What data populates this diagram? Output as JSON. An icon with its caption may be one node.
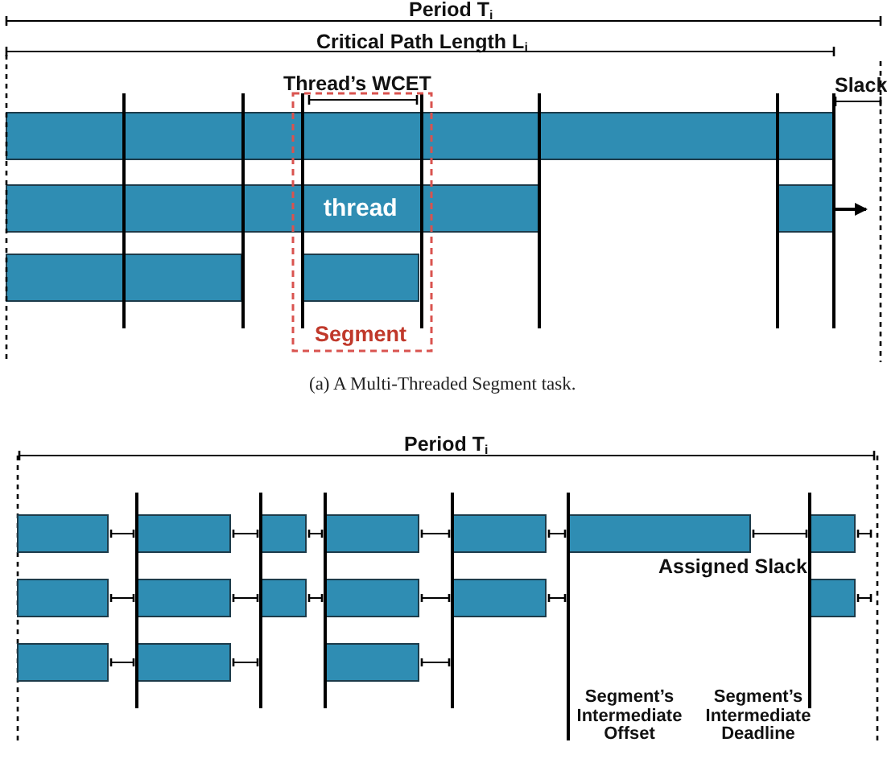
{
  "diagram": {
    "caption": "(a) A Multi-Threaded Segment task.",
    "labels": [
      "Period T$_{i}$",
      "Critical Path Length L$_{i}$",
      "Thread’s WCET",
      "Slack",
      "thread",
      "Segment",
      "Period T$_{i}$",
      "Assigned Slack",
      "Segment’s Intermediate Offset",
      "Segment’s Intermediate Deadline"
    ]
  }
}
